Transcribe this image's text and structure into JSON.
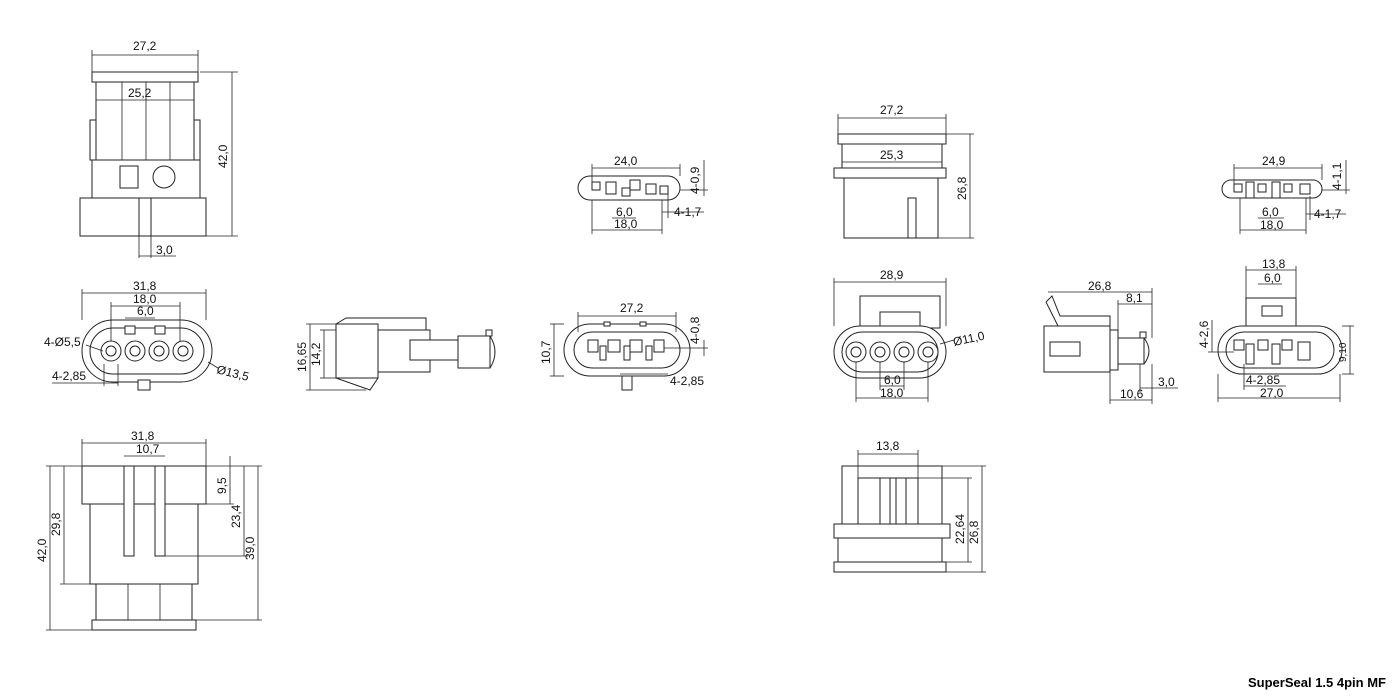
{
  "title": "SuperSeal 1.5 4pin MF",
  "views": {
    "female_top": {
      "width_outer": "27,2",
      "width_inner": "25,2",
      "height": "42,0",
      "tab": "3,0"
    },
    "female_front": {
      "width": "31,8",
      "pitch_span": "18,0",
      "pitch": "6,0",
      "holes": "4-Ø5,5",
      "pins": "4-2,85",
      "diameter": "Ø13,5"
    },
    "female_side": {
      "height_outer": "29,8",
      "height_total": "42,0",
      "width": "31,8",
      "slot": "10,7",
      "d1": "9,5",
      "d2": "23,4",
      "d3": "39,0"
    },
    "side_profile": {
      "h1": "16,65",
      "h2": "14,2"
    },
    "female_rear_small": {
      "width": "24,0",
      "span": "18,0",
      "pitch": "6,0",
      "a": "4-0,9",
      "b": "4-1,7"
    },
    "female_rear_oval": {
      "width": "27,2",
      "height": "10,7",
      "a": "4-0,8",
      "b": "4-2,85"
    },
    "male_top": {
      "width_outer": "27,2",
      "width_inner": "25,3",
      "height": "26,8"
    },
    "male_front": {
      "width": "28,9",
      "span": "18,0",
      "pitch": "6,0",
      "diameter": "Ø11,0"
    },
    "male_side_latch": {
      "length": "26,8",
      "latch": "8,1",
      "tail": "10,6",
      "tab": "3,0"
    },
    "male_rear_small": {
      "width": "24,9",
      "span": "18,0",
      "pitch": "6,0",
      "a": "4-1,1",
      "b": "4-1,7"
    },
    "male_rear_oval": {
      "width_top": "13,8",
      "pitch": "6,0",
      "height": "4-2,6",
      "side": "9,10",
      "pins": "4-2,85",
      "width": "27,0"
    },
    "male_side": {
      "width": "13,8",
      "h1": "22,64",
      "h2": "26,8"
    }
  }
}
